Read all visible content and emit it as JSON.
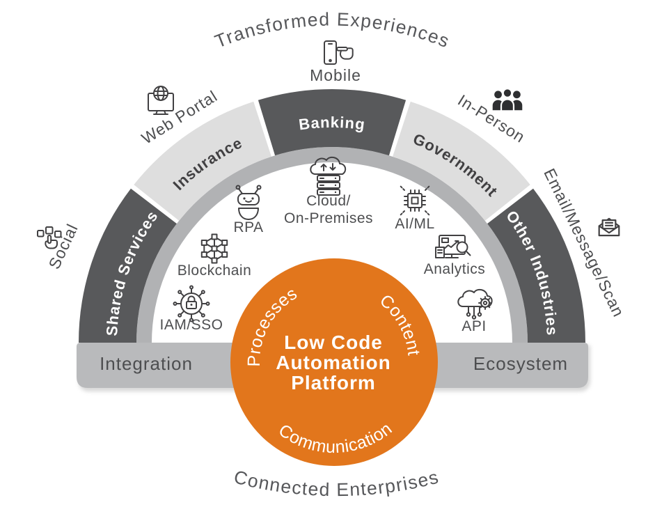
{
  "diagram": {
    "top_caption": "Transformed Experiences",
    "bottom_caption": "Connected Enterprises",
    "footer_left": "Integration",
    "footer_right": "Ecosystem",
    "center": {
      "title_line1": "Low Code",
      "title_line2": "Automation",
      "title_line3": "Platform",
      "orbit_left": "Processes",
      "orbit_right": "Content",
      "orbit_bottom": "Communication"
    },
    "industry_segments": [
      {
        "label": "Shared Services",
        "style": "dark"
      },
      {
        "label": "Insurance",
        "style": "light"
      },
      {
        "label": "Banking",
        "style": "dark"
      },
      {
        "label": "Government",
        "style": "light"
      },
      {
        "label": "Other Industries",
        "style": "dark"
      }
    ],
    "channels": [
      {
        "label": "Social",
        "icon": "social-apps-hand"
      },
      {
        "label": "Web Portal",
        "icon": "monitor-globe"
      },
      {
        "label": "Mobile",
        "icon": "smartphone-touch"
      },
      {
        "label": "In-Person",
        "icon": "people-group"
      },
      {
        "label": "Email/Message/Scan",
        "icon": "envelope-letter"
      }
    ],
    "technologies": [
      {
        "label": "RPA",
        "icon": "robot"
      },
      {
        "label": "Cloud/",
        "label2": "On-Premises",
        "icon": "cloud-servers"
      },
      {
        "label": "AI/ML",
        "icon": "chip"
      },
      {
        "label": "Blockchain",
        "icon": "network-cubes"
      },
      {
        "label": "Analytics",
        "icon": "monitor-chart-magnifier"
      },
      {
        "label": "IAM/SSO",
        "icon": "padlock-network"
      },
      {
        "label": "API",
        "icon": "cloud-gear-connectors"
      }
    ],
    "colors": {
      "accent_orange": "#E2761C",
      "dark_gray": "#58595B",
      "light_gray": "#DEDEDE",
      "mid_gray": "#B3B3B3",
      "text_gray": "#4D4E50"
    }
  }
}
